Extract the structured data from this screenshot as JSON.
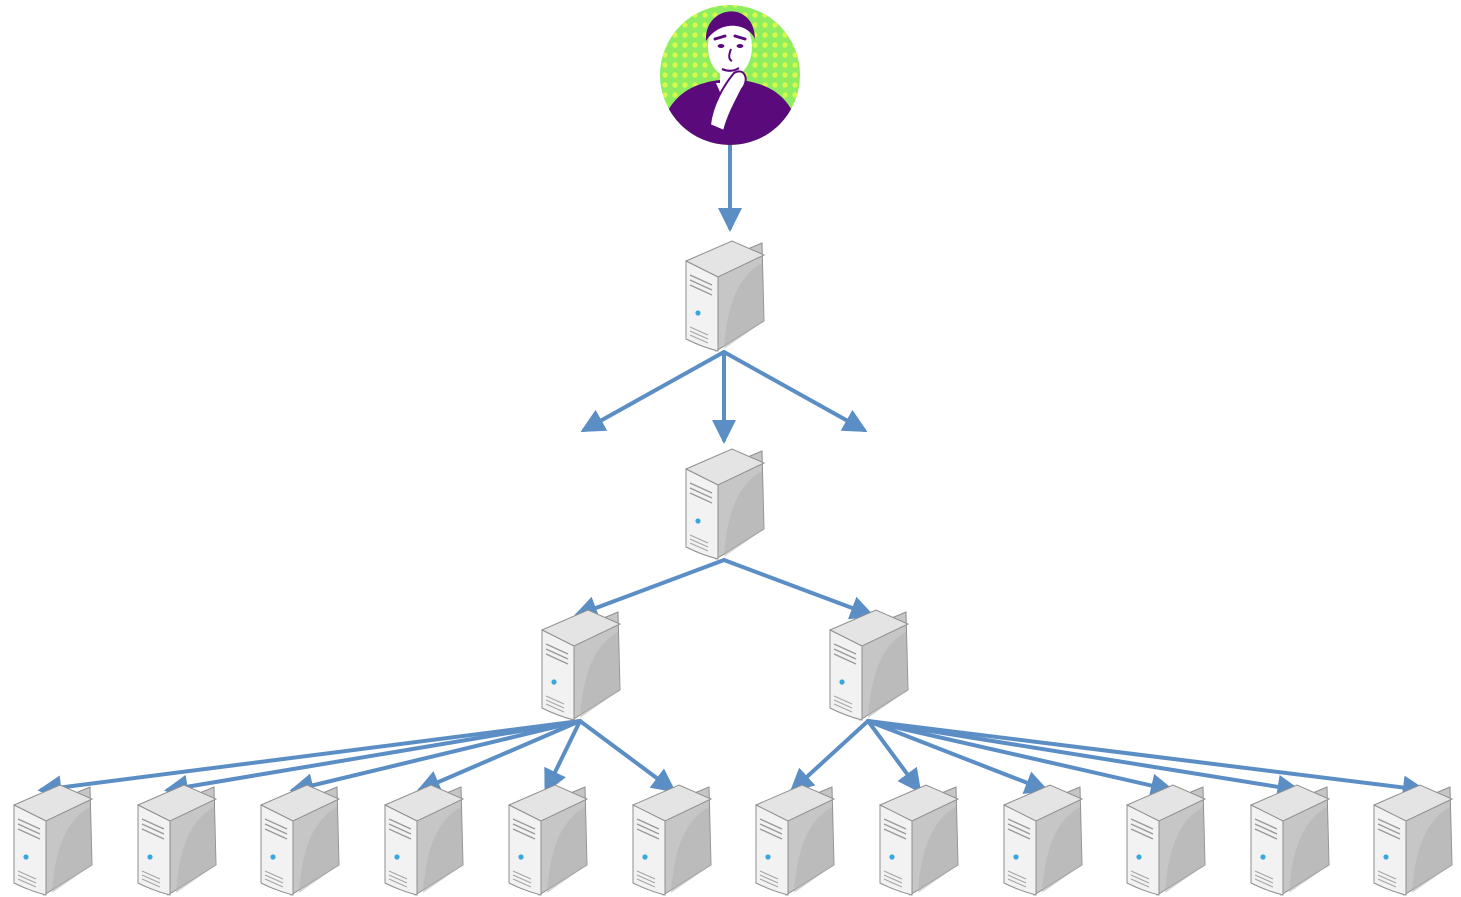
{
  "diagram": {
    "kind": "tree",
    "colors": {
      "connector": "#5b8ec4",
      "server_front": "#f2f2f2",
      "server_side": "#c6c6c6",
      "server_top": "#e4e4e4",
      "server_outline": "#8f8f8f",
      "server_led": "#37a7e0",
      "avatar_background": "#8fee60",
      "avatar_dots": "#d9f94a",
      "avatar_figure": "#5a0a7a",
      "avatar_skin": "#ffffff"
    },
    "nodes": [
      {
        "id": "user",
        "type": "user-avatar",
        "icon": "thinking-man-icon"
      },
      {
        "id": "root-server",
        "type": "server",
        "icon": "server-icon"
      },
      {
        "id": "mid-server",
        "type": "server",
        "icon": "server-icon"
      },
      {
        "id": "branch-left",
        "type": "server",
        "icon": "server-icon"
      },
      {
        "id": "branch-right",
        "type": "server",
        "icon": "server-icon"
      },
      {
        "id": "leaf-1",
        "type": "server",
        "icon": "server-icon"
      },
      {
        "id": "leaf-2",
        "type": "server",
        "icon": "server-icon"
      },
      {
        "id": "leaf-3",
        "type": "server",
        "icon": "server-icon"
      },
      {
        "id": "leaf-4",
        "type": "server",
        "icon": "server-icon"
      },
      {
        "id": "leaf-5",
        "type": "server",
        "icon": "server-icon"
      },
      {
        "id": "leaf-6",
        "type": "server",
        "icon": "server-icon"
      },
      {
        "id": "leaf-7",
        "type": "server",
        "icon": "server-icon"
      },
      {
        "id": "leaf-8",
        "type": "server",
        "icon": "server-icon"
      },
      {
        "id": "leaf-9",
        "type": "server",
        "icon": "server-icon"
      },
      {
        "id": "leaf-10",
        "type": "server",
        "icon": "server-icon"
      },
      {
        "id": "leaf-11",
        "type": "server",
        "icon": "server-icon"
      },
      {
        "id": "leaf-12",
        "type": "server",
        "icon": "server-icon"
      }
    ],
    "edges": [
      {
        "from": "user",
        "to": "root-server"
      },
      {
        "from": "root-server",
        "to": null,
        "direction": "down-left"
      },
      {
        "from": "root-server",
        "to": "mid-server"
      },
      {
        "from": "root-server",
        "to": null,
        "direction": "down-right"
      },
      {
        "from": "mid-server",
        "to": "branch-left"
      },
      {
        "from": "mid-server",
        "to": "branch-right"
      },
      {
        "from": "branch-left",
        "to": "leaf-1"
      },
      {
        "from": "branch-left",
        "to": "leaf-2"
      },
      {
        "from": "branch-left",
        "to": "leaf-3"
      },
      {
        "from": "branch-left",
        "to": "leaf-4"
      },
      {
        "from": "branch-left",
        "to": "leaf-5"
      },
      {
        "from": "branch-left",
        "to": "leaf-6"
      },
      {
        "from": "branch-right",
        "to": "leaf-7"
      },
      {
        "from": "branch-right",
        "to": "leaf-8"
      },
      {
        "from": "branch-right",
        "to": "leaf-9"
      },
      {
        "from": "branch-right",
        "to": "leaf-10"
      },
      {
        "from": "branch-right",
        "to": "leaf-11"
      },
      {
        "from": "branch-right",
        "to": "leaf-12"
      }
    ]
  }
}
